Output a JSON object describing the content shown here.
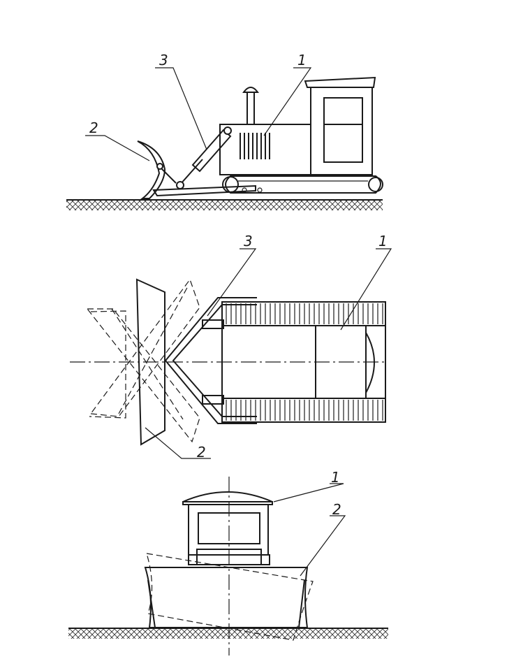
{
  "figures": [
    {
      "view": "side",
      "callouts": [
        {
          "id": "callout-1",
          "label": "1"
        },
        {
          "id": "callout-2",
          "label": "2"
        },
        {
          "id": "callout-3",
          "label": "3"
        }
      ]
    },
    {
      "view": "top",
      "callouts": [
        {
          "id": "callout-1",
          "label": "1"
        },
        {
          "id": "callout-2",
          "label": "2"
        },
        {
          "id": "callout-3",
          "label": "3"
        }
      ]
    },
    {
      "view": "front",
      "callouts": [
        {
          "id": "callout-1",
          "label": "1"
        },
        {
          "id": "callout-2",
          "label": "2"
        }
      ]
    }
  ]
}
